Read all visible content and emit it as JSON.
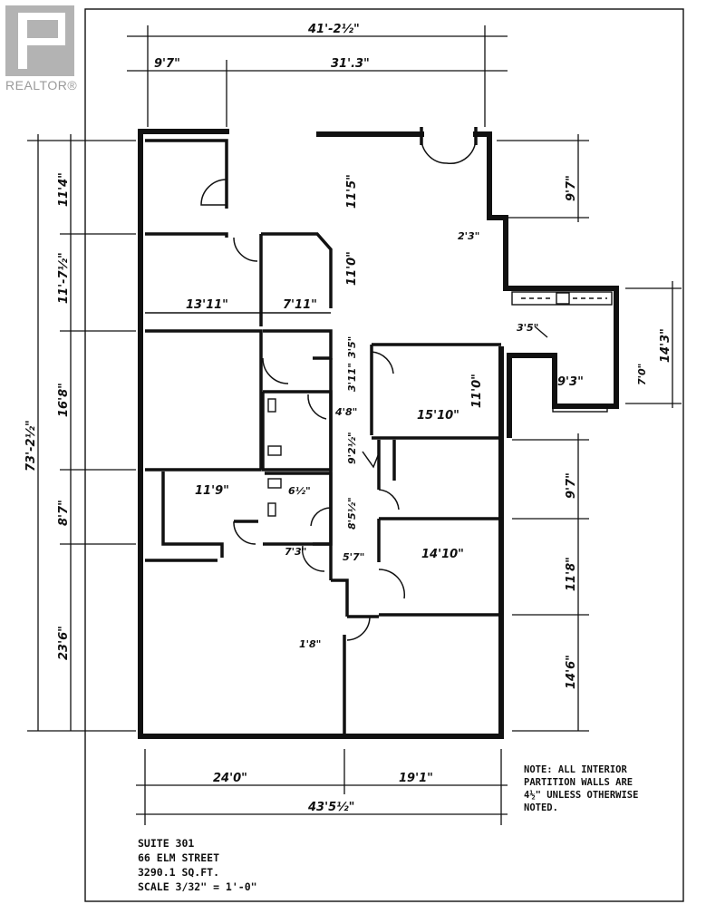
{
  "logo": {
    "text": "REALTOR",
    "mark": "®",
    "icon": "realtor-r-logo-icon"
  },
  "dimensions": {
    "top_total": "41'-2½\"",
    "top_left": "9'7\"",
    "top_right": "31'.3\"",
    "left_total": "73'-2½\"",
    "left_1": "11'4\"",
    "left_2": "11'-7½\"",
    "left_3": "16'8\"",
    "left_4": "8'7\"",
    "left_5": "23'6\"",
    "right_1": "9'7\"",
    "right_2": "14'3\"",
    "right_3": "9'7\"",
    "right_4": "11'8\"",
    "right_5": "14'6\"",
    "bottom_left": "24'0\"",
    "bottom_right": "19'1\"",
    "bottom_total": "43'5½\""
  },
  "room_labels": {
    "r1": "11'5\"",
    "r2": "11'0\"",
    "r3": "13'11\"",
    "r4": "7'11\"",
    "r5": "2'3\"",
    "r6": "3'5\"",
    "r7": "9'3\"",
    "r8": "7'0\"",
    "r9": "3'5\"",
    "r10": "3'11\"",
    "r11": "15'10\"",
    "r12": "11'0\"",
    "r13": "4'8\"",
    "r14": "9'2½\"",
    "r15": "11'9\"",
    "r16": "6½\"",
    "r17": "8'5½\"",
    "r18": "7'3\"",
    "r19": "5'7\"",
    "r20": "14'10\"",
    "r21": "1'8\""
  },
  "note": {
    "line1": "NOTE: ALL INTERIOR",
    "line2": "PARTITION WALLS ARE",
    "line3": "4½\" UNLESS OTHERWISE",
    "line4": "NOTED."
  },
  "suite": {
    "line1": "SUITE 301",
    "line2": "66 ELM STREET",
    "line3": "3290.1 SQ.FT.",
    "line4": "SCALE 3/32\" = 1'-0\""
  }
}
